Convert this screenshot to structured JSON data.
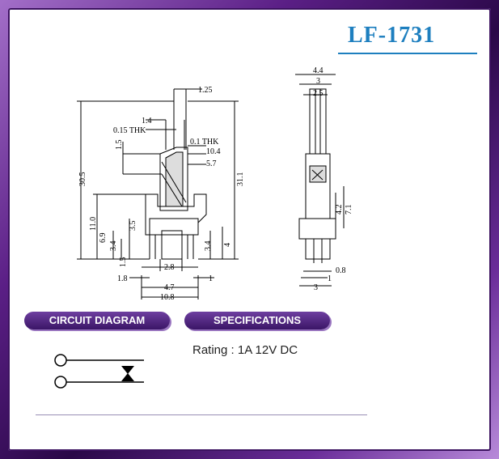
{
  "title": "LF-1731",
  "sections": {
    "circuit_label": "CIRCUIT DIAGRAM",
    "spec_label": "SPECIFICATIONS"
  },
  "specs": {
    "rating": "Rating : 1A 12V DC"
  },
  "dimensions": {
    "d125": "1.25",
    "d14": "1.4",
    "d015thk": "0.15 THK",
    "d01thk": "0.1 THK",
    "d104": "10.4",
    "d57": "5.7",
    "d15a": "1.5",
    "d305": "30.5",
    "d311": "31.1",
    "d110": "11.0",
    "d35": "3.5",
    "d69": "6.9",
    "d34a": "3.4",
    "d34b": "3.4",
    "d4": "4",
    "d15b": "1.5",
    "d28": "2.8",
    "d18": "1.8",
    "d1a": "1",
    "d47": "4.7",
    "d108": "10.8",
    "d44": "4.4",
    "d3a": "3",
    "d25": "2.5",
    "d42": "4.2",
    "d71": "7.1",
    "d08": "0.8",
    "d1b": "1",
    "d3b": "3"
  }
}
